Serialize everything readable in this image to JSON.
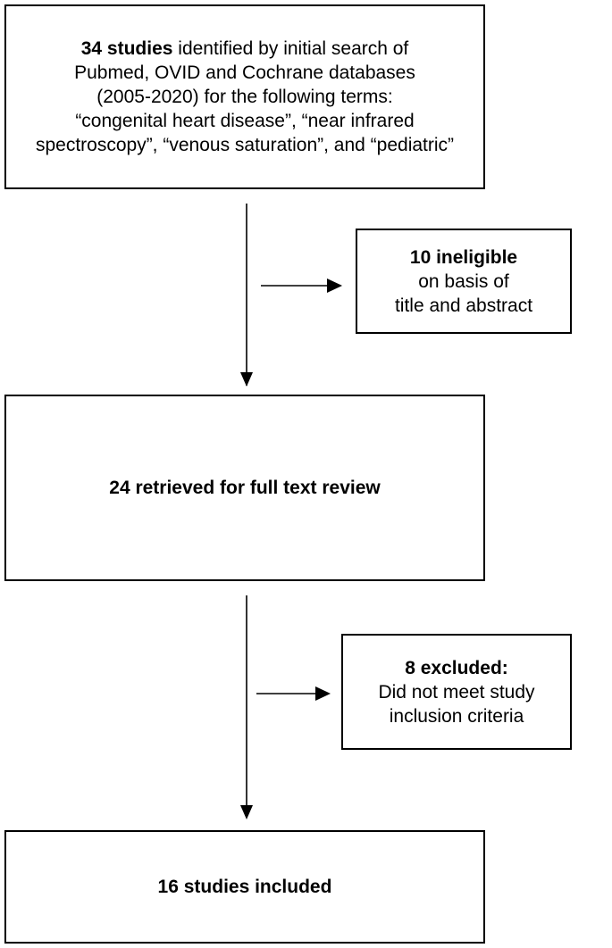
{
  "flowchart": {
    "search": {
      "bold_lead": "34 studies",
      "line1_rest": " identified by initial search of",
      "line2": "Pubmed, OVID and Cochrane databases",
      "line3": "(2005-2020) for the following terms:",
      "line4": "“congenital heart disease”, “near infrared",
      "line5": "spectroscopy”, “venous saturation”, and “pediatric”"
    },
    "ineligible": {
      "title": "10 ineligible",
      "line2": "on basis of",
      "line3": "title and abstract"
    },
    "retrieved": {
      "title": "24 retrieved for full text review"
    },
    "excluded": {
      "title": "8 excluded:",
      "line2": "Did not meet study",
      "line3": "inclusion criteria"
    },
    "included": {
      "title": "16 studies included"
    }
  }
}
